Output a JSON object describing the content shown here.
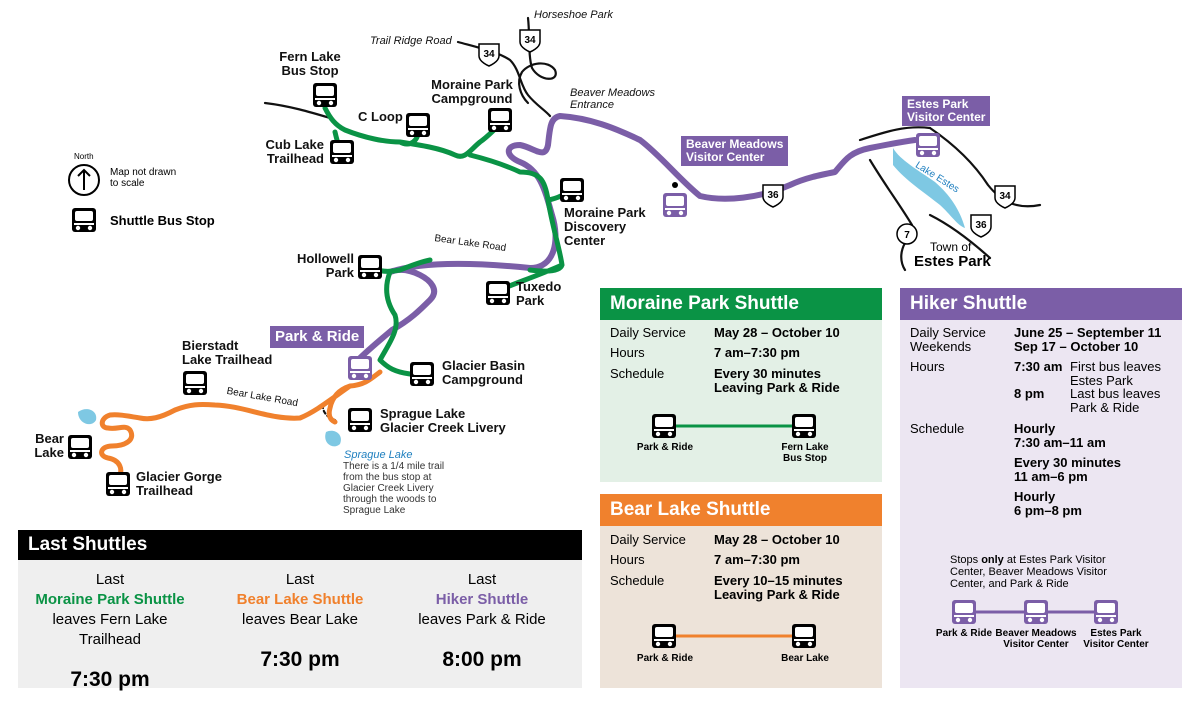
{
  "map": {
    "roads": {
      "horseshoe_park": "Horseshoe Park",
      "trail_ridge_road": "Trail Ridge Road",
      "beaver_meadows_entrance": "Beaver Meadows Entrance",
      "bear_lake_road_upper": "Bear Lake Road",
      "bear_lake_road_lower": "Bear Lake Road",
      "lake_estes": "Lake Estes",
      "sprague_lake": "Sprague Lake"
    },
    "shields": {
      "us34_a": "34",
      "us34_b": "34",
      "us34_c": "34",
      "us36_a": "36",
      "us36_b": "36",
      "co7": "7"
    },
    "stops": {
      "fern_lake": "Fern Lake\nBus Stop",
      "cub_lake": "Cub Lake\nTrailhead",
      "c_loop": "C Loop",
      "moraine_park_campground": "Moraine Park\nCampground",
      "moraine_park_discovery": "Moraine Park\nDiscovery\nCenter",
      "hollowell_park": "Hollowell\nPark",
      "tuxedo_park": "Tuxedo\nPark",
      "glacier_basin": "Glacier Basin\nCampground",
      "sprague_livery": "Sprague Lake\nGlacier Creek Livery",
      "bierstadt": "Bierstadt\nLake Trailhead",
      "bear_lake": "Bear\nLake",
      "glacier_gorge": "Glacier Gorge\nTrailhead",
      "park_and_ride": "Park & Ride",
      "beaver_meadows_vc": "Beaver Meadows\nVisitor Center",
      "estes_park_vc": "Estes Park\nVisitor Center"
    },
    "town_of": "Town of",
    "estes_park": "Estes Park",
    "sprague_note": "There is a 1/4 mile trail\nfrom the bus stop at\nGlacier Creek Livery\nthrough the woods to\nSprague Lake",
    "legend": {
      "north": "North",
      "not_to_scale": "Map not drawn\nto scale",
      "bus_stop": "Shuttle Bus Stop"
    }
  },
  "moraine_shuttle": {
    "title": "Moraine Park Shuttle",
    "color": "#0a9345",
    "rows": [
      {
        "label": "Daily Service",
        "value": "May 28 – October 10"
      },
      {
        "label": "Hours",
        "value": "7 am–7:30 pm"
      },
      {
        "label": "Schedule",
        "value": "Every 30 minutes\nLeaving Park & Ride"
      }
    ],
    "diagram": {
      "from": "Park & Ride",
      "to": "Fern Lake\nBus Stop"
    }
  },
  "bear_shuttle": {
    "title": "Bear Lake Shuttle",
    "color": "#f0812d",
    "rows": [
      {
        "label": "Daily Service",
        "value": "May 28 – October 10"
      },
      {
        "label": "Hours",
        "value": "7 am–7:30 pm"
      },
      {
        "label": "Schedule",
        "value": "Every 10–15 minutes\nLeaving Park & Ride"
      }
    ],
    "diagram": {
      "from": "Park & Ride",
      "to": "Bear Lake"
    }
  },
  "hiker_shuttle": {
    "title": "Hiker Shuttle",
    "color": "#7b5ea7",
    "daily_label": "Daily Service\nWeekends",
    "daily_value": "June 25 – September 11\nSep 17 – October 10",
    "hours_label": "Hours",
    "hours_1_time": "7:30 am",
    "hours_1_text": "First bus leaves\nEstes Park",
    "hours_2_time": "8 pm",
    "hours_2_text": "Last bus leaves\nPark & Ride",
    "schedule_label": "Schedule",
    "schedule_1": "Hourly\n7:30 am–11 am",
    "schedule_2": "Every 30 minutes\n11 am–6 pm",
    "schedule_3": "Hourly\n6 pm–8 pm",
    "stops_note_pre": "Stops ",
    "stops_note_bold": "only",
    "stops_note_post": " at Estes Park Visitor\nCenter, Beaver Meadows Visitor\nCenter, and Park & Ride",
    "diagram": {
      "a": "Park & Ride",
      "b": "Beaver Meadows\nVisitor Center",
      "c": "Estes Park\nVisitor Center"
    }
  },
  "last_shuttles": {
    "title": "Last Shuttles",
    "columns": [
      {
        "last": "Last",
        "name": "Moraine Park Shuttle",
        "where": "leaves Fern Lake Trailhead",
        "time": "7:30 pm",
        "color": "#0a9345"
      },
      {
        "last": "Last",
        "name": "Bear Lake Shuttle",
        "where": "leaves Bear Lake",
        "time": "7:30 pm",
        "color": "#f0812d"
      },
      {
        "last": "Last",
        "name": "Hiker Shuttle",
        "where": "leaves Park & Ride",
        "time": "8:00 pm",
        "color": "#7b5ea7"
      }
    ]
  }
}
